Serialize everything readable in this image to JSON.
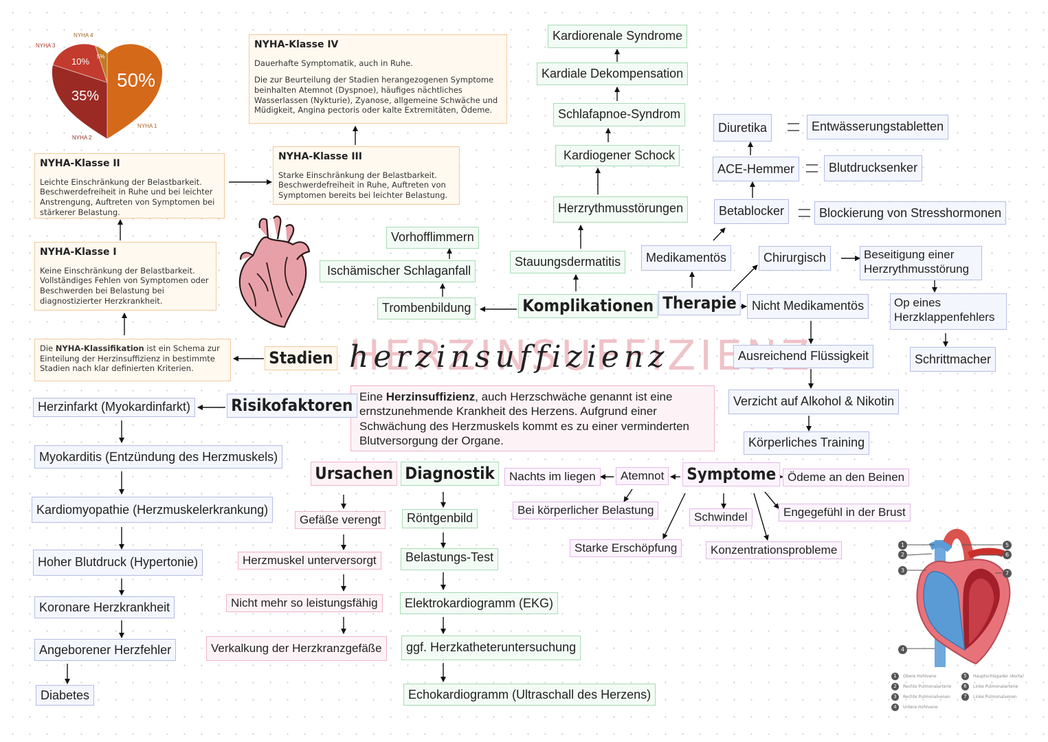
{
  "pie": {
    "labels": [
      "NYHA 1",
      "NYHA 2",
      "NYHA 3",
      "NYHA 4"
    ],
    "values": [
      "50%",
      "35%",
      "10%",
      "5%"
    ],
    "colors": [
      "#d4691a",
      "#9b2a24",
      "#c23b2e",
      "#c07a20"
    ]
  },
  "nyha": {
    "k4_title": "NYHA-Klasse IV",
    "k4_text1": "Dauerhafte Symptomatik, auch in Ruhe.",
    "k4_text2": "Die zur Beurteilung der Stadien herangezogenen Symptome beinhalten Atemnot (Dyspnoe), häufiges nächtliches Wasserlassen (Nykturie), Zyanose, allgemeine Schwäche und Müdigkeit, Angina pectoris oder kalte Extremitäten, Ödeme.",
    "k3_title": "NYHA-Klasse III",
    "k3_text": "Starke Einschränkung der Belastbarkeit. Beschwerdefreiheit in Ruhe, Auftreten von Symptomen bereits bei leichter Belastung.",
    "k2_title": "NYHA-Klasse II",
    "k2_text": "Leichte Einschränkung der Belastbarkeit. Beschwerdefreiheit in Ruhe und bei leichter Anstrengung, Auftreten von Symptomen bei stärkerer Belastung.",
    "k1_title": "NYHA-Klasse I",
    "k1_text": "Keine Einschränkung der Belastbarkeit. Vollständiges Fehlen von Symptomen oder Beschwerden bei Belastung bei diagnostizierter Herzkrankheit.",
    "def_pre": "Die ",
    "def_bold": "NYHA-Klassifikation",
    "def_post": " ist ein Schema zur Einteilung der Herzinsuffizienz in bestimmte Stadien nach klar definierten Kriterien."
  },
  "headings": {
    "stadien": "Stadien",
    "risiko": "Risikofaktoren",
    "ursachen": "Ursachen",
    "diagnostik": "Diagnostik",
    "komplikationen": "Komplikationen",
    "therapie": "Therapie",
    "symptome": "Symptome"
  },
  "title": {
    "main": "HERZINSUFFIZIENZ",
    "script": "herzinsuffizienz"
  },
  "definition": {
    "pre": "Eine ",
    "bold": "Herzinsuffizienz",
    "post": ", auch Herzschwäche genannt ist eine ernstzunehmende Krankheit des Herzens. Aufgrund einer Schwächung des Herzmuskels kommt es zu einer verminderten Blutversorgung der Organe."
  },
  "risiko_items": [
    "Herzinfarkt (Myokardinfarkt)",
    "Myokarditis (Entzündung des Herzmuskels)",
    "Kardiomyopathie (Herzmuskelerkrankung)",
    "Hoher Blutdruck (Hypertonie)",
    "Koronare Herzkrankheit",
    "Angeborener Herzfehler",
    "Diabetes"
  ],
  "ursachen_items": [
    "Gefäße verengt",
    "Herzmuskel unterversorgt",
    "Nicht mehr so leistungsfähig",
    "Verkalkung der Herzkranzgefäße"
  ],
  "diagnostik_items": [
    "Röntgenbild",
    "Belastungs-Test",
    "Elektrokardiogramm (EKG)",
    "ggf. Herzkatheteruntersuchung",
    "Echokardiogramm (Ultraschall des Herzens)"
  ],
  "komplikationen_items": {
    "trombenbildung": "Trombenbildung",
    "schlaganfall": "Ischämischer Schlaganfall",
    "vorhofflimmern": "Vorhofflimmern",
    "stauungsdermatitis": "Stauungsdermatitis",
    "herzrhythmus": "Herzrythmusstörungen",
    "schock": "Kardiogener Schock",
    "schlafapnoe": "Schlafapnoe-Syndrom",
    "dekompensation": "Kardiale Dekompensation",
    "kardiorenal": "Kardiorenale Syndrome"
  },
  "therapie_items": {
    "medikamentoes": "Medikamentös",
    "betablocker": "Betablocker",
    "betablocker_eq": "Blockierung von Stresshormonen",
    "ace": "ACE-Hemmer",
    "ace_eq": "Blutdrucksenker",
    "diuretika": "Diuretika",
    "diuretika_eq": "Entwässerungstabletten",
    "chirurgisch": "Chirurgisch",
    "beseitigung": "Beseitigung einer Herzrythmusstörung",
    "op": "Op eines Herzklappenfehlers",
    "schrittmacher": "Schrittmacher",
    "nicht_med": "Nicht Medikamentös",
    "fluessigkeit": "Ausreichend Flüssigkeit",
    "verzicht": "Verzicht auf Alkohol & Nikotin",
    "training": "Körperliches Training",
    "eq_sign": "="
  },
  "symptome_items": {
    "atemnot": "Atemnot",
    "nachts": "Nachts im liegen",
    "belastung": "Bei körperlicher Belastung",
    "oedeme": "Ödeme an den Beinen",
    "enge": "Engegefühl in der Brust",
    "schwindel": "Schwindel",
    "erschoepfung": "Starke Erschöpfung",
    "konzentration": "Konzentrationsprobleme"
  },
  "anatomy": {
    "numbers": [
      "1",
      "2",
      "3",
      "4",
      "5",
      "6",
      "7"
    ],
    "legend": [
      "Obere Hohlvene",
      "Rechte Pulmonalarterie",
      "Rechte Pulmonalvenen",
      "Untere Hohlvene",
      "Hauptschlagader (Aorta)",
      "Linke Pulmonalarterie",
      "Linke Pulmonalvenen"
    ]
  },
  "colors": {
    "green": "#a6dcb3",
    "blue": "#b2bde6",
    "purple": "#e3b9e9",
    "pink": "#f0b3c5",
    "orange": "#f4c99b",
    "title_pink": "#efc3c8"
  }
}
